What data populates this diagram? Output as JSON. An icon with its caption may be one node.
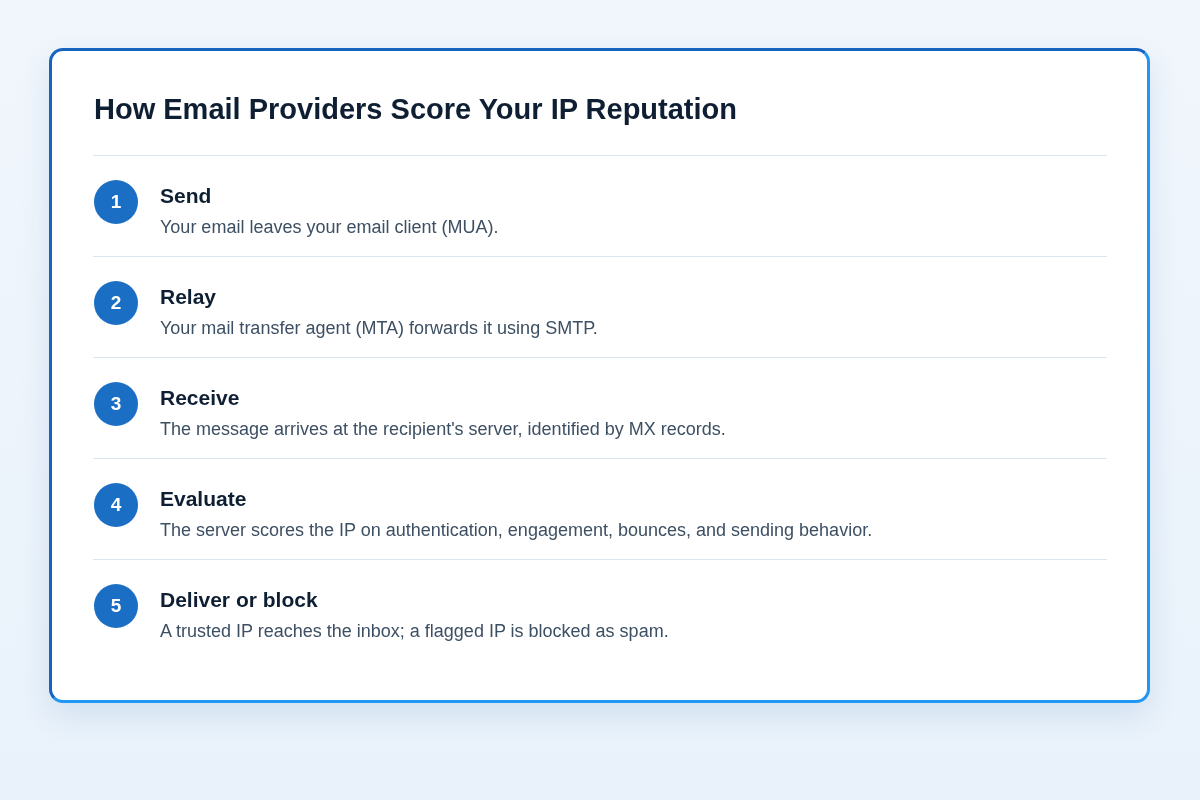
{
  "diagram": {
    "title": "How Email Providers Score Your IP Reputation",
    "nodes": [
      {
        "text": [
          "1"
        ],
        "beside": [
          "Send",
          "Your email leaves your email client (MUA)."
        ]
      },
      {
        "text": [
          "2"
        ],
        "beside": [
          "Relay",
          "Your mail transfer agent (MTA) forwards it using SMTP."
        ]
      },
      {
        "text": [
          "3"
        ],
        "beside": [
          "Receive",
          "The message arrives at the recipient's server, identified by MX records."
        ]
      },
      {
        "text": [
          "4"
        ],
        "beside": [
          "Evaluate",
          "The server scores the IP on authentication, engagement, bounces, and sending behavior."
        ]
      },
      {
        "text": [
          "5"
        ],
        "beside": [
          "Deliver or block",
          "A trusted IP reaches the inbox; a flagged IP is blocked as spam."
        ]
      }
    ]
  }
}
